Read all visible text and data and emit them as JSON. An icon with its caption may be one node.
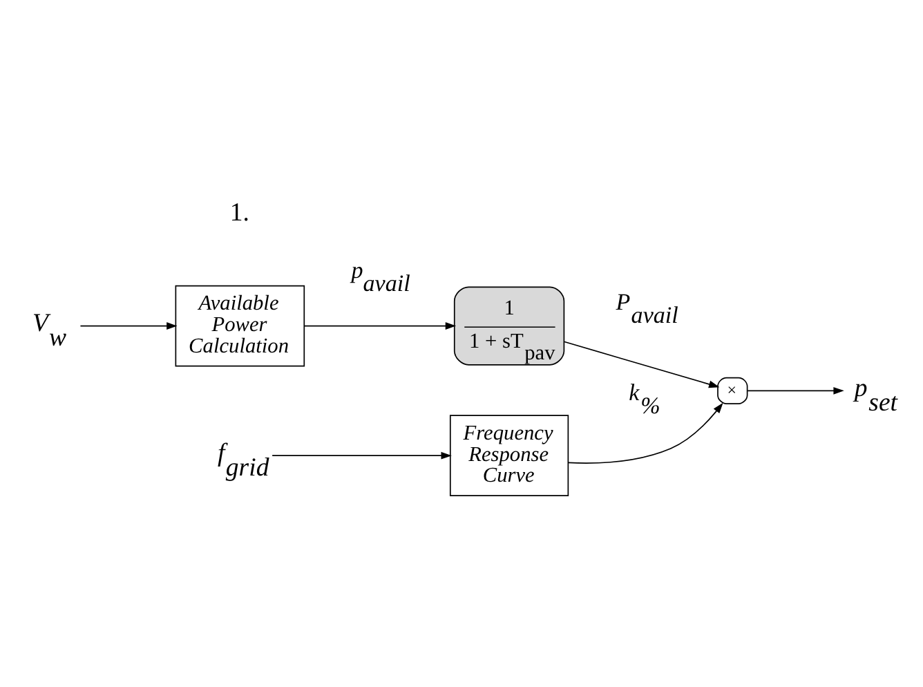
{
  "diagram": {
    "nodes": [
      {
        "text": [
          "V$_{w}$"
        ]
      },
      {
        "text": [
          "Available Power Calculation"
        ]
      },
      {
        "text": [
          "1",
          "1 + sT$_{pav}$"
        ]
      },
      {
        "text": [
          "f$_{grid}$"
        ]
      },
      {
        "text": [
          "Frequency Response Curve"
        ]
      },
      {
        "text": [
          "×"
        ]
      },
      {
        "text": [
          "p$_{set}$"
        ]
      }
    ],
    "edges": [
      {
        "from": 0,
        "to": 1,
        "arrow": "to"
      },
      {
        "from": 1,
        "to": 2,
        "arrow": "to",
        "label": "p$_{avail}$"
      },
      {
        "from": 2,
        "to": 5,
        "arrow": "to",
        "label": "P$_{avail}$"
      },
      {
        "from": 3,
        "to": 4,
        "arrow": "to"
      },
      {
        "from": 4,
        "to": 5,
        "arrow": "to",
        "label": "k$_{%}$"
      },
      {
        "from": 5,
        "to": 6,
        "arrow": "to"
      }
    ],
    "labels": [
      "1."
    ]
  }
}
